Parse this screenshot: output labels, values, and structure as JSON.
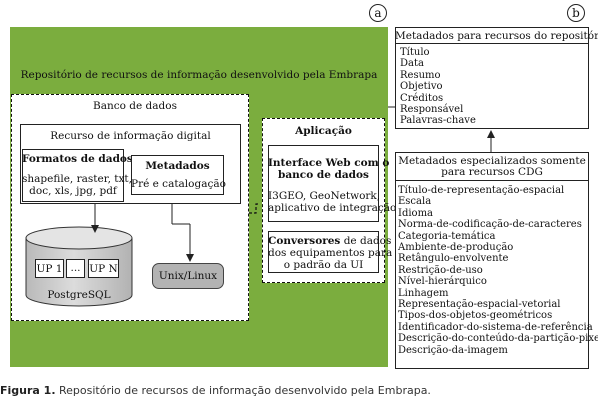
{
  "labels": {
    "a": "a",
    "b": "b"
  },
  "repository": {
    "title": "Repositório de recursos de informação desenvolvido pela Embrapa",
    "database": {
      "title": "Banco de dados",
      "resource_title": "Recurso de informação digital",
      "formats": {
        "title": "Formatos de dados",
        "line1": "shapefile, raster, txt,",
        "line2": "doc, xls, jpg, pdf"
      },
      "metadata": {
        "title": "Metadados",
        "body": "Pré e catalogação"
      },
      "postgres": {
        "up1": "UP 1",
        "dots": "...",
        "upn": "UP N",
        "label": "PostgreSQL"
      },
      "unix": "Unix/Linux"
    },
    "application": {
      "title": "Aplicação",
      "web_title_1": "Interface Web com o",
      "web_title_2": "banco de dados",
      "web_body_1": "I3GEO, GeoNetwork,",
      "web_body_2": "aplicativo de integração",
      "conv_bold": "Conversores",
      "conv_rest_1": " de dados",
      "conv_line_2": "dos equipamentos para",
      "conv_line_3": "o padrão da UI"
    }
  },
  "metadata_repo": {
    "title": "Metadados para recursos do repositório",
    "items": [
      "Título",
      "Data",
      "Resumo",
      "Objetivo",
      "Créditos",
      "Responsável",
      "Palavras-chave"
    ]
  },
  "metadata_cdg": {
    "title_1": "Metadados especializados somente",
    "title_2": "para recursos CDG",
    "items": [
      "Título-de-representação-espacial",
      "Escala",
      "Idioma",
      "Norma-de-codificação-de-caracteres",
      "Categoria-temática",
      "Ambiente-de-produção",
      "Retângulo-envolvente",
      "Restrição-de-uso",
      "Nível-hierárquico",
      "Linhagem",
      "Representação-espacial-vetorial",
      "Tipos-dos-objetos-geométricos",
      "Identificador-do-sistema-de-referência",
      "Descrição-do-conteúdo-da-partição-pixel",
      "Descrição-da-imagem"
    ]
  },
  "caption": {
    "label": "Figura 1.",
    "text": " Repositório de recursos de informação desenvolvido pela Embrapa."
  }
}
